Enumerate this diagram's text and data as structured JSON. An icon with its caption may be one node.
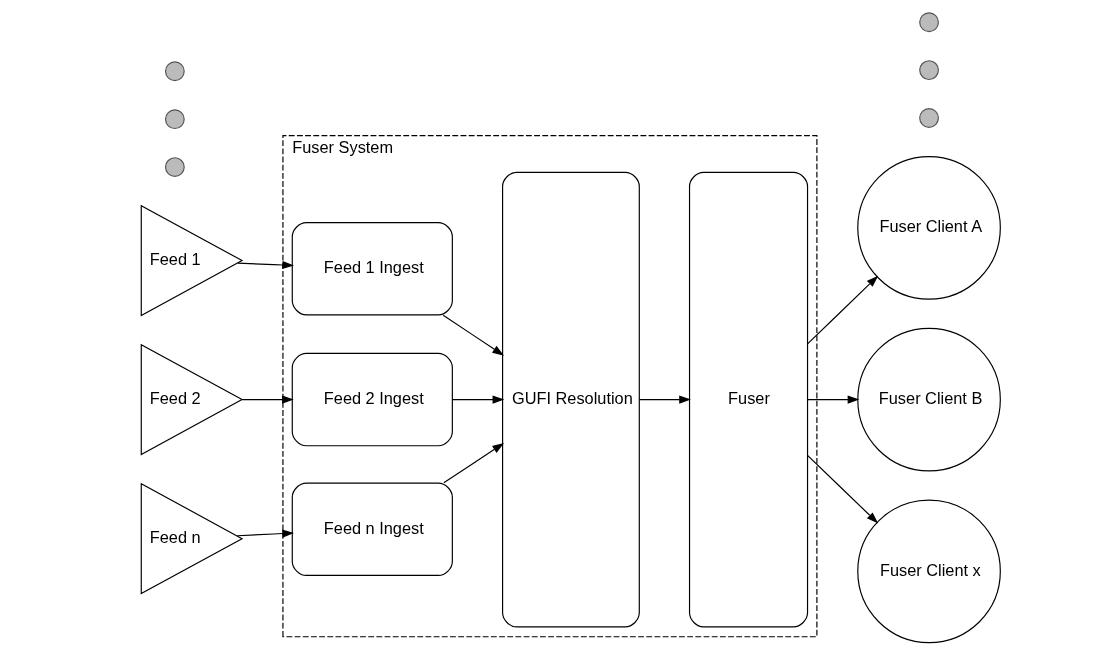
{
  "diagram": {
    "nodes": [
      {
        "text": [
          "Fuser System"
        ]
      },
      {
        "text": [
          "Feed 1"
        ]
      },
      {
        "text": [
          "Feed 1 Ingest"
        ],
        "in": 0
      },
      {
        "text": [
          "GUFI Resolution"
        ],
        "in": 0
      },
      {
        "text": [
          "Fuser"
        ],
        "in": 0
      },
      {
        "text": [
          "Fuser Client A"
        ]
      },
      {
        "text": [
          "Feed 2"
        ]
      },
      {
        "text": [
          "Feed 2 Ingest"
        ],
        "in": 0
      },
      {
        "text": [
          "Fuser Client B"
        ]
      },
      {
        "text": [],
        "shape": "circle"
      },
      {
        "text": [],
        "shape": "circle"
      },
      {
        "text": [],
        "shape": "circle"
      },
      {
        "text": [],
        "shape": "circle"
      },
      {
        "text": [],
        "shape": "circle"
      },
      {
        "text": [],
        "shape": "circle"
      },
      {
        "text": [
          "Feed n"
        ]
      },
      {
        "text": [
          "Feed n Ingest"
        ],
        "in": 0
      },
      {
        "text": [
          "Fuser Client x"
        ]
      }
    ],
    "edges": [
      {
        "from": 1,
        "to": 2,
        "arrow": "to"
      },
      {
        "from": 2,
        "to": 3,
        "arrow": "to"
      },
      {
        "from": 6,
        "to": 7,
        "arrow": "to"
      },
      {
        "from": 7,
        "to": 3,
        "arrow": "to"
      },
      {
        "from": 15,
        "to": 16,
        "arrow": "to"
      },
      {
        "from": 16,
        "to": 3,
        "arrow": "to"
      },
      {
        "from": 3,
        "to": 4,
        "arrow": "to"
      },
      {
        "from": 4,
        "to": 5,
        "arrow": "to"
      },
      {
        "from": 4,
        "to": 8,
        "arrow": "to"
      },
      {
        "from": 4,
        "to": 17,
        "arrow": "to"
      }
    ]
  }
}
